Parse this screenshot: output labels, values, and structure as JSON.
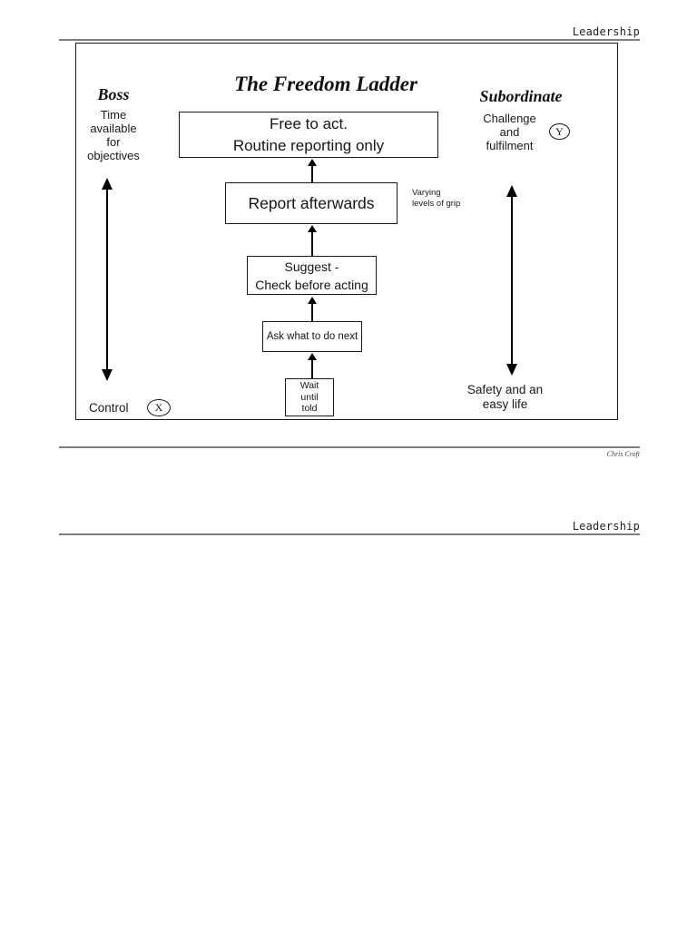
{
  "page": {
    "header": {
      "course_label": "Leadership"
    },
    "footer": {
      "author": "Chris Croft",
      "course_label": "Leadership"
    }
  },
  "diagram": {
    "title": "The Freedom Ladder",
    "boss": {
      "heading": "Boss",
      "axis_label": "Time\navailable\nfor\nobjectives",
      "bottom_label": "Control",
      "badge": "X"
    },
    "subordinate": {
      "heading": "Subordinate",
      "axis_label": "Challenge\nand\nfulfilment",
      "badge": "Y",
      "bottom_label": "Safety and an\neasy life"
    },
    "ladder_steps": [
      {
        "label": "Free to act.\nRoutine reporting only"
      },
      {
        "label": "Report afterwards"
      },
      {
        "label": "Suggest -\nCheck before acting"
      },
      {
        "label": "Ask what to do next"
      },
      {
        "label": "Wait\nuntil\ntold"
      }
    ],
    "annotation": "Varying\nlevels of grip"
  },
  "colors": {
    "background": "#ffffff",
    "text": "#1a1a1a",
    "rule": "#7e7e7e",
    "frame_border": "#1a1a1a"
  }
}
